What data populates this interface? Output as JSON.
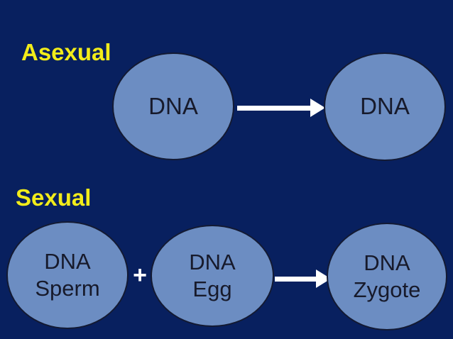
{
  "colors": {
    "background": "#08205F",
    "label_yellow": "#F2EC1A",
    "circle_fill": "#6C8DC2",
    "circle_border": "#131A33",
    "circle_text": "#171A2B",
    "arrow_white": "#FFFFFF"
  },
  "asexual": {
    "label": "Asexual",
    "parent_circle": "DNA",
    "offspring_circle": "DNA"
  },
  "sexual": {
    "label": "Sexual",
    "sperm": {
      "line1": "DNA",
      "line2": "Sperm"
    },
    "plus_sign": "+",
    "egg": {
      "line1": "DNA",
      "line2": "Egg"
    },
    "zygote": {
      "line1": "DNA",
      "line2": "Zygote"
    }
  }
}
